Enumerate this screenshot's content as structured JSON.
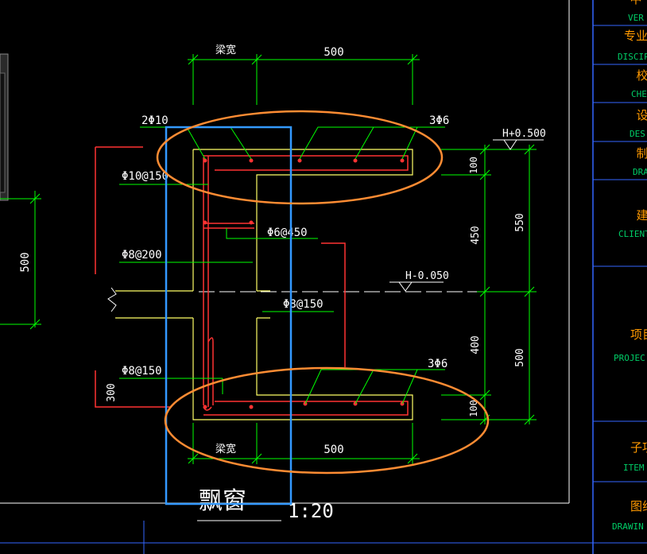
{
  "drawing": {
    "dim_top_beam": "梁宽",
    "dim_top_500": "500",
    "dim_bottom_beam": "梁宽",
    "dim_bottom_500": "500",
    "rebar_top_left": "2Φ10",
    "rebar_top_right": "3Φ6",
    "rebar_phi10": "Φ10@150",
    "rebar_phi6": "Φ6@450",
    "rebar_phi8_200": "Φ8@200",
    "rebar_phi8_150_mid": "Φ8@150",
    "rebar_phi8_150_low": "Φ8@150",
    "rebar_bottom_right": "3Φ6",
    "elev_top": "H+0.500",
    "elev_mid": "H-0.050",
    "dim_100_top": "100",
    "dim_450": "450",
    "dim_550": "550",
    "dim_400": "400",
    "dim_500_right": "500",
    "dim_100_bottom": "100",
    "dim_left_500": "500",
    "dim_300": "300",
    "title": "飘窗",
    "scale": "1:20"
  },
  "title_block": {
    "rows": [
      {
        "cn": "中",
        "en": "VER"
      },
      {
        "cn": "专业",
        "en": "DISCIP"
      },
      {
        "cn": "校",
        "en": "CHE"
      },
      {
        "cn": "设",
        "en": "DES"
      },
      {
        "cn": "制",
        "en": "DRA"
      },
      {
        "cn": "建",
        "en": "CLIENT"
      },
      {
        "cn": "项目",
        "en": "PROJEC"
      },
      {
        "cn": "子项",
        "en": "ITEM"
      },
      {
        "cn": "图纸",
        "en": "DRAWIN"
      }
    ]
  },
  "colors": {
    "background": "#000000",
    "concrete_outline": "#ffff66",
    "rebar": "#ff3333",
    "dimension": "#00ff00",
    "text": "#ffffff",
    "highlight_rect": "#3399ff",
    "highlight_ellipse": "#ff8c33",
    "title_block_text": "#ff9900",
    "title_block_lines": "#3366ff"
  }
}
